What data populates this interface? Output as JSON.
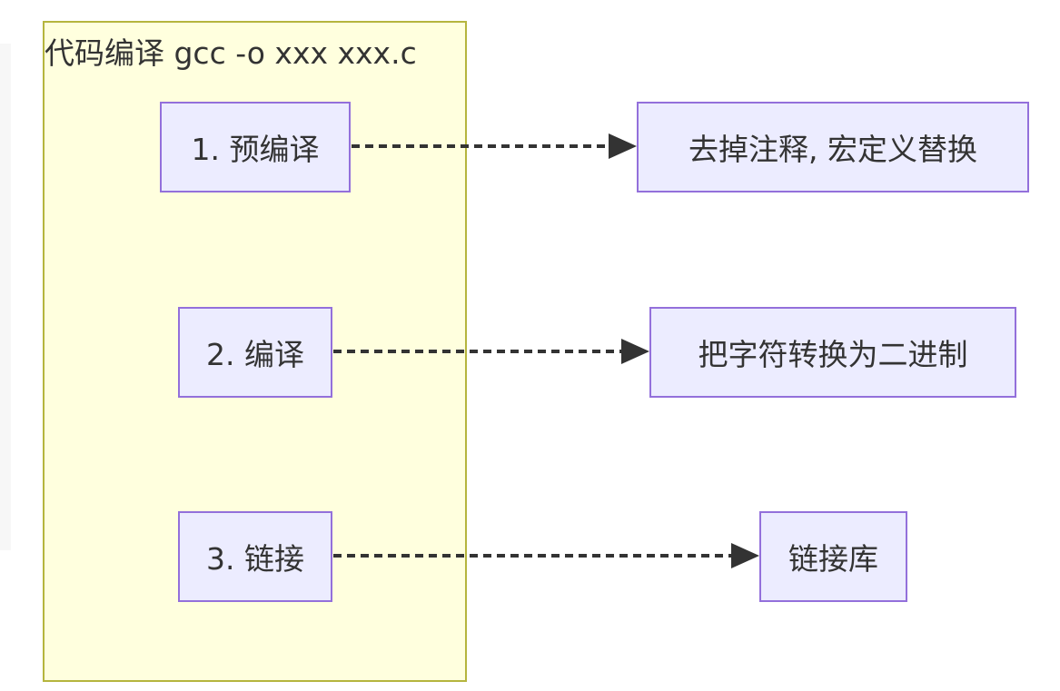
{
  "diagram": {
    "type": "flowchart",
    "direction": "left-to-right",
    "cluster": {
      "title": "代码编译 gcc -o xxx xxx.c"
    },
    "steps": [
      {
        "id": "step1",
        "label": "1. 预编译",
        "target_id": "out1",
        "target_label": "去掉注释, 宏定义替换"
      },
      {
        "id": "step2",
        "label": "2. 编译",
        "target_id": "out2",
        "target_label": "把字符转换为二进制"
      },
      {
        "id": "step3",
        "label": "3. 链接",
        "target_id": "out3",
        "target_label": "链接库"
      }
    ],
    "edges": [
      {
        "from": "step1",
        "to": "out1",
        "style": "dotted",
        "arrow": "filled-triangle"
      },
      {
        "from": "step2",
        "to": "out2",
        "style": "dotted",
        "arrow": "filled-triangle"
      },
      {
        "from": "step3",
        "to": "out3",
        "style": "dotted",
        "arrow": "filled-triangle"
      }
    ],
    "colors": {
      "cluster_fill": "#ffffde",
      "cluster_border": "#b5b53e",
      "node_fill": "#ececff",
      "node_border": "#9370db",
      "edge": "#333333",
      "text": "#333333"
    }
  }
}
